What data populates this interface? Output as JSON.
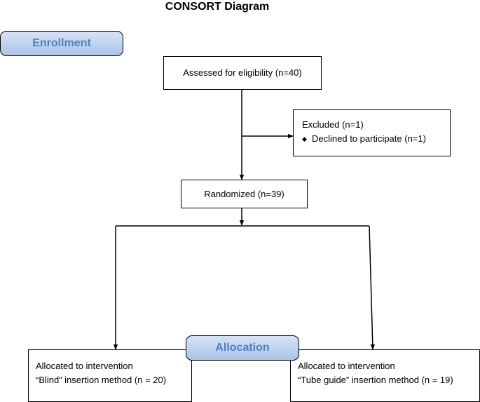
{
  "title": "CONSORT Diagram",
  "stages": {
    "enrollment": "Enrollment",
    "allocation": "Allocation"
  },
  "assessed": {
    "text": "Assessed for eligibility (n=40)"
  },
  "excluded": {
    "heading": "Excluded  (n=1)",
    "bullet": "Declined to participate (n=1)"
  },
  "randomized": {
    "text": "Randomized (n=39)"
  },
  "arm_left": {
    "line1": "Allocated to intervention",
    "line2": "“Blind” insertion method  (n = 20)"
  },
  "arm_right": {
    "line1": "Allocated to intervention",
    "line2": "“Tube guide” insertion method (n = 19)"
  },
  "icons": {
    "bullet": "diamond-bullet-icon",
    "arrow": "arrowhead-icon"
  },
  "colors": {
    "stage_text": "#4f81bd",
    "stage_fill_top": "#d7e3f5",
    "stage_fill_bottom": "#a9c3e8",
    "line": "#000000"
  }
}
